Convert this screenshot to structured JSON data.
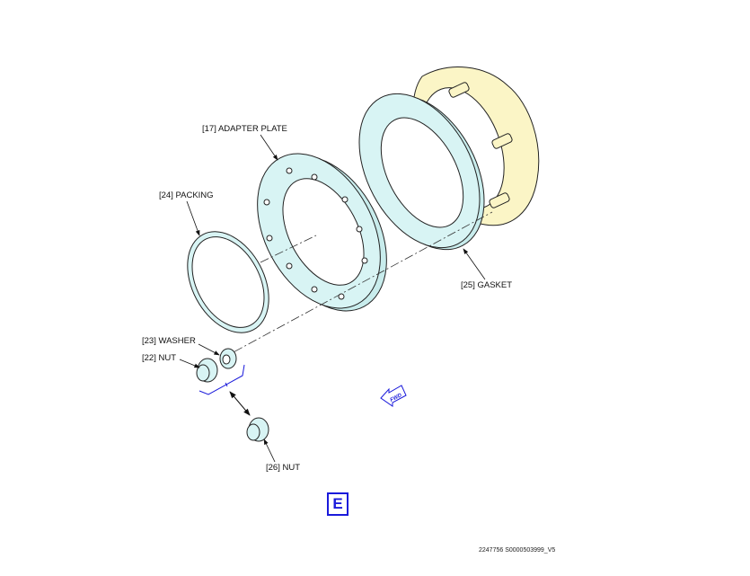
{
  "labels": {
    "adapter_plate": "[17] ADAPTER PLATE",
    "packing": "[24] PACKING",
    "gasket": "[25] GASKET",
    "washer": "[23] WASHER",
    "nut22": "[22] NUT",
    "nut26": "[26] NUT"
  },
  "fwd_arrow": "FWD",
  "figure_letter": "E",
  "drawing_ref": "2247756 S0000503999_V5",
  "colors": {
    "part_fill": "#d8f4f4",
    "housing_fill": "#fbf5c6",
    "accent": "#1a1adb",
    "outline": "#222222"
  }
}
